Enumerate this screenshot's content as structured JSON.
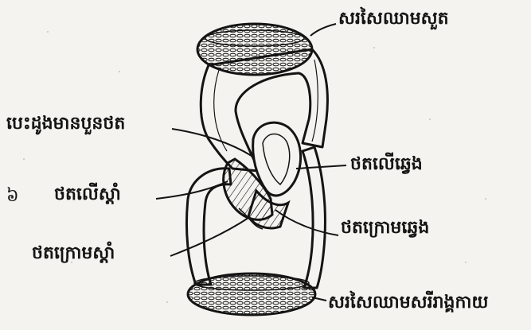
{
  "diagram": {
    "labels": {
      "lung_capillaries": "សរសៃឈាមសួត",
      "heart_four_chambers": "បេះដូងមានបួនថត",
      "left_atrium": "ថតលើឆ្វេង",
      "right_atrium": "ថតលើស្ដាំ",
      "left_ventricle": "ថតក្រោមឆ្វេង",
      "right_ventricle": "ថតក្រោមស្ដាំ",
      "body_capillaries": "សរសៃឈាមសរីរាង្គកាយ",
      "figure_mark": "៦"
    },
    "colors": {
      "ink": "#141414",
      "paper": "#f4f3ef",
      "speckle": "#8a8a86"
    }
  }
}
